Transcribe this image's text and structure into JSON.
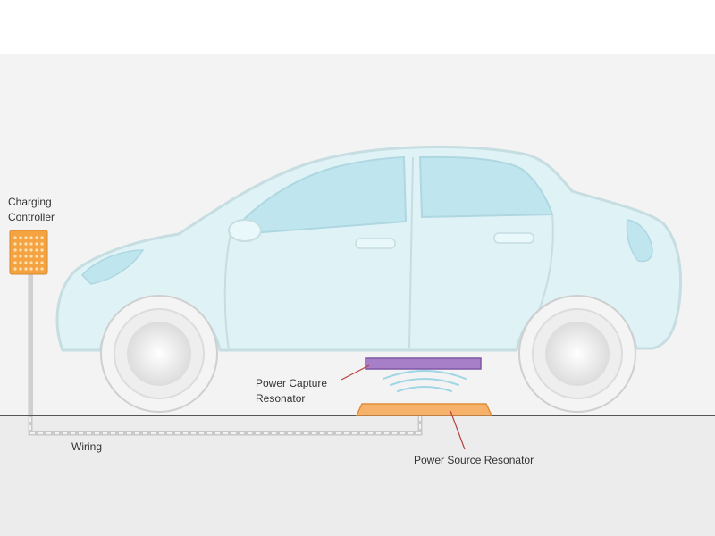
{
  "labels": {
    "charging_controller": [
      "Charging",
      "Controller"
    ],
    "power_capture_resonator": [
      "Power Capture",
      "Resonator"
    ],
    "wiring": "Wiring",
    "power_source_resonator": "Power Source Resonator"
  },
  "colors": {
    "background_top": "#ffffff",
    "sky_band": "#f3f3f3",
    "ground": "#ececec",
    "ground_line": "#555555",
    "car_body": "#dff3f6",
    "car_outline": "#c6dde1",
    "window_glass": "#bfe6ee",
    "controller_orange": "#f5a341",
    "capture_resonator_purple": "#a77fc9",
    "source_resonator_orange": "#f6b26b",
    "pointer_line": "#b84040",
    "wave_lines": "#9fd6e6",
    "wiring_line": "#c9c9c9"
  },
  "icons": [
    "car-illustration",
    "charging-controller-icon",
    "wireless-signal-icon"
  ]
}
